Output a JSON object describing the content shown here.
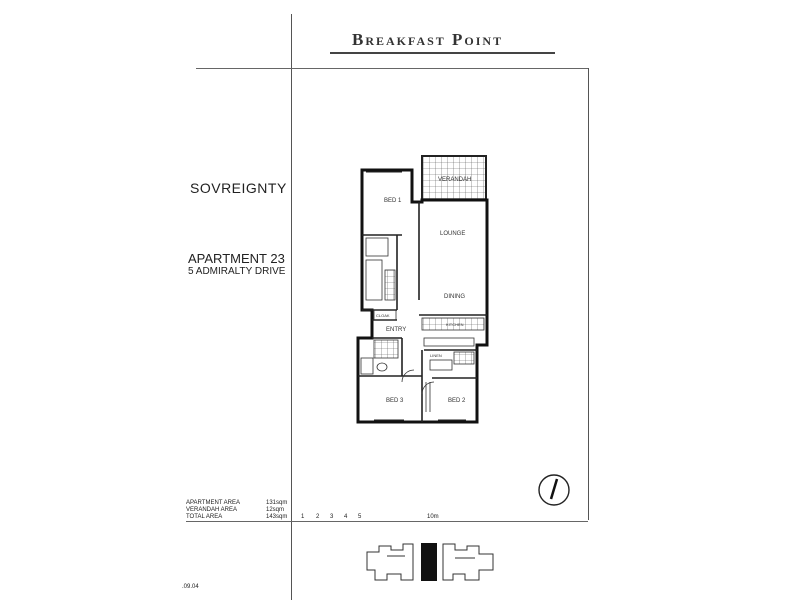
{
  "header": {
    "title": "Breakfast Point"
  },
  "project": {
    "name": "SOVREIGNTY",
    "apartment": "APARTMENT 23",
    "address": "5 ADMIRALTY DRIVE"
  },
  "rooms": {
    "verandah": "VERANDAH",
    "bed1": "BED 1",
    "lounge": "LOUNGE",
    "dining": "DINING",
    "entry": "ENTRY",
    "cloak": "CLOAK",
    "linen": "LINEN",
    "kitchen": "KITCHEN",
    "bed3": "BED 3",
    "bed2": "BED 2"
  },
  "areas": [
    {
      "label": "APARTMENT AREA",
      "value": "131sqm"
    },
    {
      "label": "VERANDAH AREA",
      "value": "12sqm"
    },
    {
      "label": "TOTAL AREA",
      "value": "143sqm"
    }
  ],
  "scale": {
    "ticks": [
      "1",
      "2",
      "3",
      "4",
      "5"
    ],
    "end": "10m"
  },
  "footer": {
    "date": ".09.04"
  }
}
